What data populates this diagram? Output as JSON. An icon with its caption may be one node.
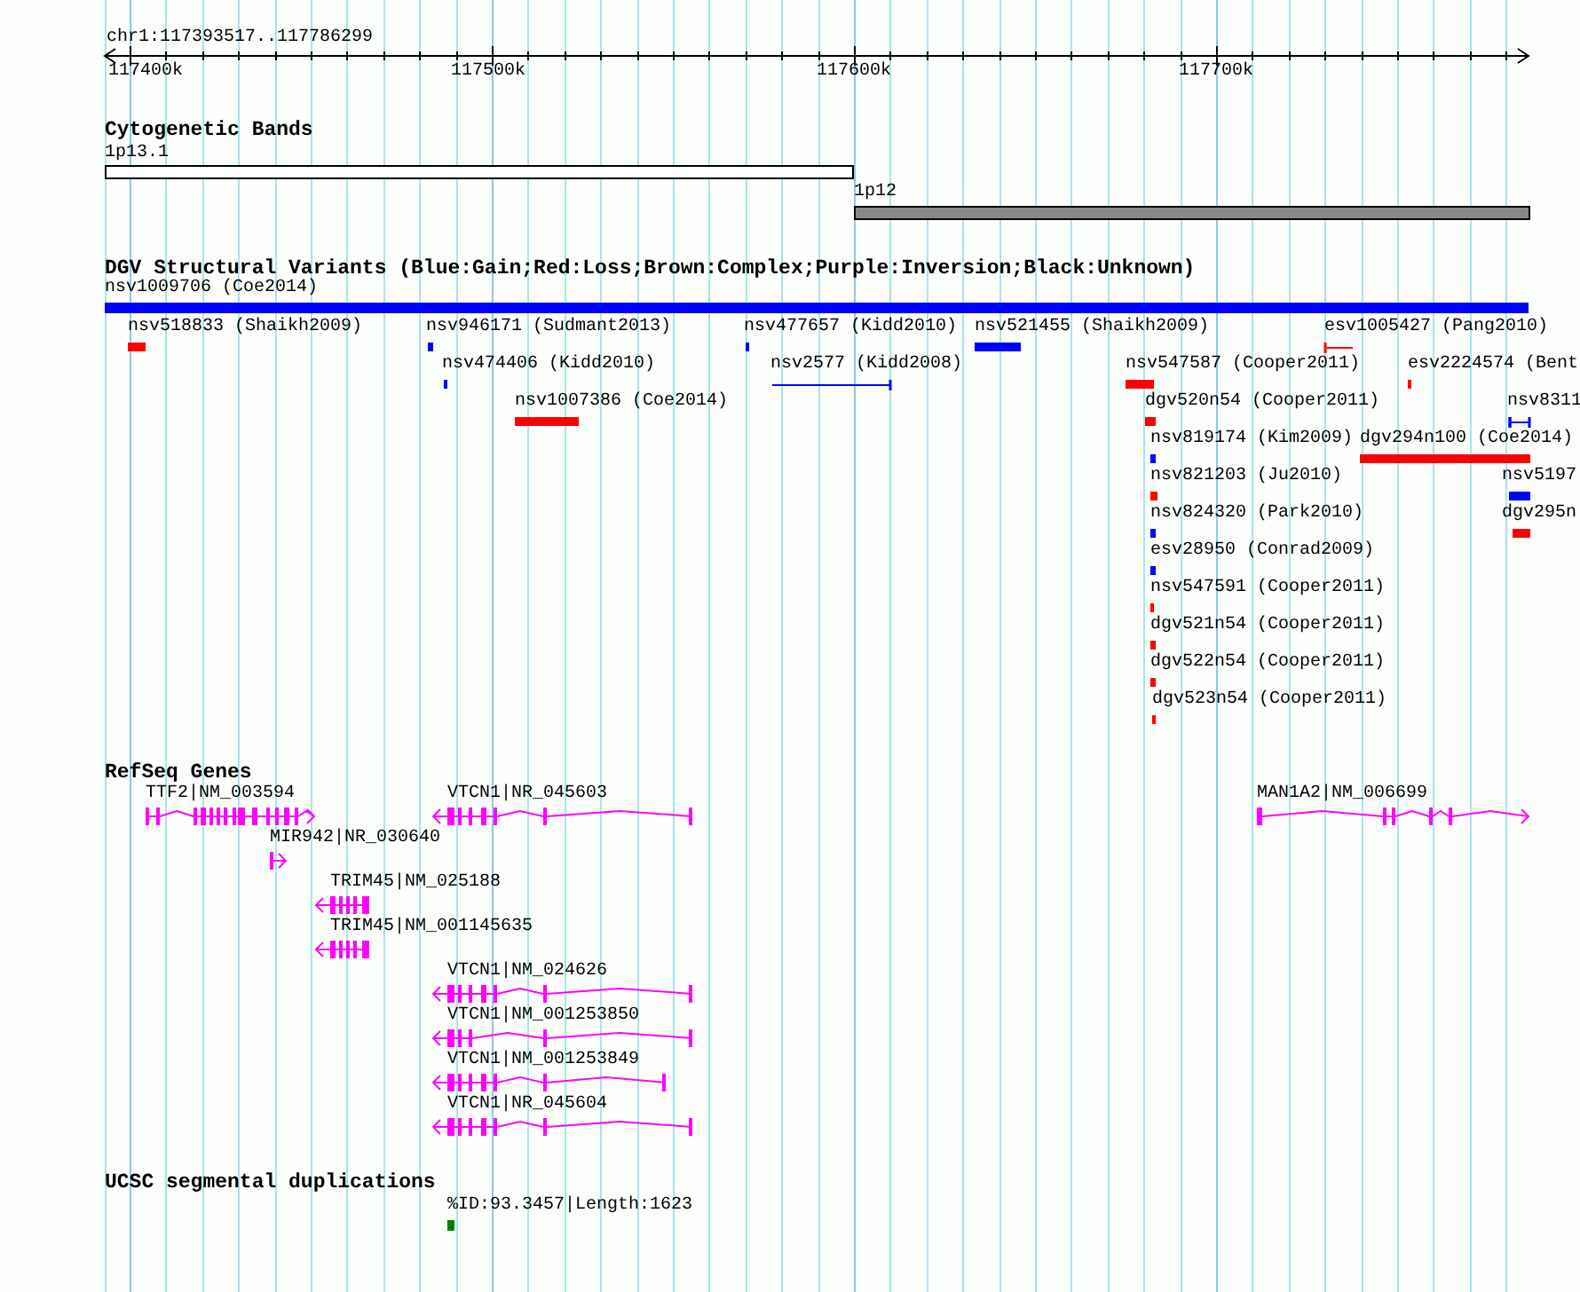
{
  "diagram": {
    "labels": [
      "chr1:117393517..117786299",
      "117400k",
      "117500k",
      "117600k",
      "117700k",
      "Cytogenetic Bands",
      "1p13.1",
      "1p12",
      "DGV Structural Variants (Blue:Gain;Red:Loss;Brown:Complex;Purple:Inversion;Black:Unknown)",
      "nsv1009706 (Coe2014)",
      "nsv518833 (Shaikh2009)",
      "nsv946171 (Sudmant2013)",
      "nsv477657 (Kidd2010)",
      "nsv521455 (Shaikh2009)",
      "esv1005427 (Pang2010)",
      "nsv474406 (Kidd2010)",
      "nsv2577 (Kidd2008)",
      "nsv547587 (Cooper2011)",
      "esv2224574 (Bent",
      "nsv1007386 (Coe2014)",
      "dgv520n54 (Cooper2011)",
      "nsv8311",
      "nsv819174 (Kim2009)",
      "dgv294n100 (Coe2014)",
      "nsv821203 (Ju2010)",
      "nsv5197",
      "nsv824320 (Park2010)",
      "dgv295n",
      "esv28950 (Conrad2009)",
      "nsv547591 (Cooper2011)",
      "dgv521n54 (Cooper2011)",
      "dgv522n54 (Cooper2011)",
      "dgv523n54 (Cooper2011)",
      "RefSeq Genes",
      "TTF2|NM_003594",
      "VTCN1|NR_045603",
      "MAN1A2|NM_006699",
      "MIR942|NR_030640",
      "TRIM45|NM_025188",
      "TRIM45|NM_001145635",
      "VTCN1|NM_024626",
      "VTCN1|NM_001253850",
      "VTCN1|NM_001253849",
      "VTCN1|NR_045604",
      "UCSC segmental duplications",
      "%ID:93.3457|Length:1623"
    ]
  }
}
